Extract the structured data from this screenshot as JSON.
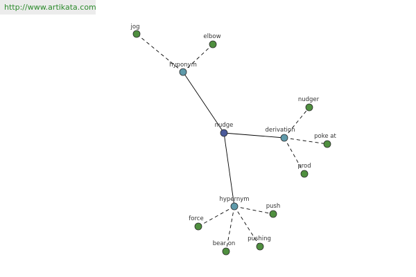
{
  "url_banner": "http://www.artikata.com",
  "colors": {
    "center_node": "#4a5a9a",
    "relation_node": "#5f9aaa",
    "leaf_node": "#4f8f3f",
    "edge": "#000000"
  },
  "graph": {
    "center": {
      "id": "nudge",
      "label": "nudge"
    },
    "relations": [
      {
        "id": "hyponym",
        "label": "hyponym",
        "leaves": [
          {
            "id": "jog",
            "label": "jog"
          },
          {
            "id": "elbow",
            "label": "elbow"
          }
        ]
      },
      {
        "id": "derivation",
        "label": "derivation",
        "leaves": [
          {
            "id": "nudger",
            "label": "nudger"
          },
          {
            "id": "poke-at",
            "label": "poke at"
          },
          {
            "id": "prod",
            "label": "prod"
          }
        ]
      },
      {
        "id": "hypernym",
        "label": "hypernym",
        "leaves": [
          {
            "id": "push",
            "label": "push"
          },
          {
            "id": "force",
            "label": "force"
          },
          {
            "id": "bear-on",
            "label": "bear on"
          },
          {
            "id": "pushing",
            "label": "pushing"
          }
        ]
      }
    ]
  }
}
